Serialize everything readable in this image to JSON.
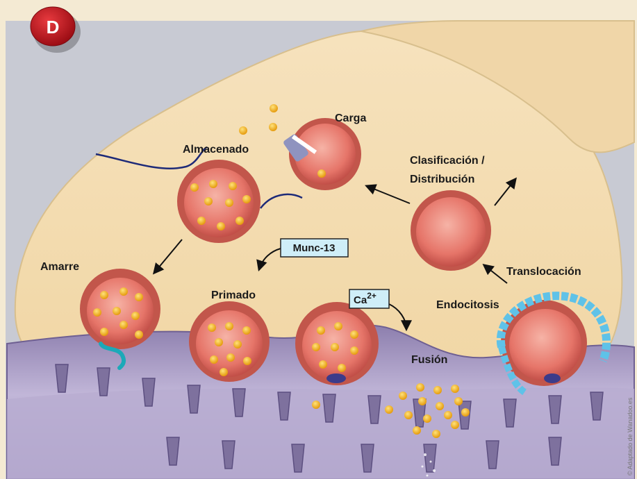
{
  "badge": {
    "letter": "D",
    "color": "#c0121b"
  },
  "labels": {
    "carga": "Carga",
    "almacenado": "Almacenado",
    "clasificacion": "Clasificación /",
    "distribucion": "Distribución",
    "amarre": "Amarre",
    "primado": "Primado",
    "translocacion": "Translocación",
    "endocitosis": "Endocitosis",
    "fusion": "Fusión"
  },
  "boxes": {
    "munc13": "Munc-13",
    "calcium_base": "Ca",
    "calcium_sup": "2+"
  },
  "credit": "© Adaptado de Wanadoo.es",
  "colors": {
    "background": "#f4ead3",
    "grey_panel": "#c9cbd4",
    "terminal": "#f3dcb2",
    "membrane": "#a99bc2",
    "vesicle": "#e77a72",
    "neurotransmitter": "#f5b21e",
    "label_box": "#cfeef8",
    "clathrin": "#5fc2e8"
  }
}
